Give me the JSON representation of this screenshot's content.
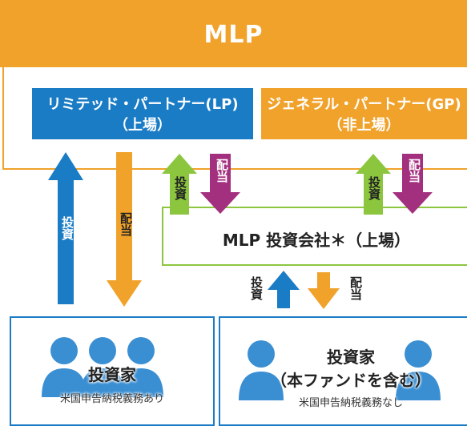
{
  "mlp": {
    "title": "MLP"
  },
  "lp": {
    "line1": "リミテッド・パートナー(LP)",
    "line2": "（上場）"
  },
  "gp": {
    "line1": "ジェネラル・パートナー(GP)",
    "line2": "（非上場）"
  },
  "investment_company": {
    "label": "MLP 投資会社＊（上場）"
  },
  "arrows": {
    "invest": "投資",
    "distribute": "配当"
  },
  "investors_left": {
    "title": "投資家",
    "note": "米国申告納税義務あり"
  },
  "investors_right": {
    "title_line1": "投資家",
    "title_line2": "（本ファンドを含む）",
    "note": "米国申告納税義務なし"
  },
  "colors": {
    "orange": "#f0a22b",
    "blue": "#1b7cc6",
    "green": "#8cc63f",
    "purple": "#a3307e",
    "person_blue": "#3a8fd3"
  }
}
